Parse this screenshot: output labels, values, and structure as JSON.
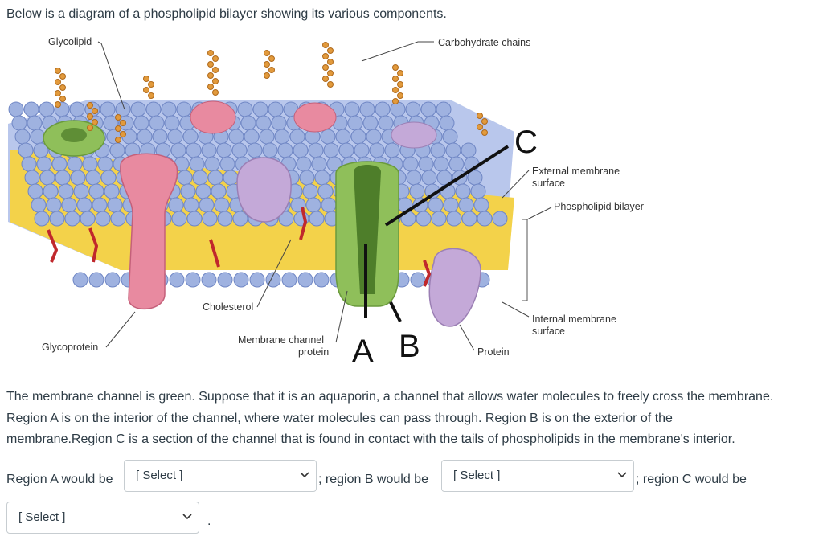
{
  "intro": "Below is a diagram of a phospholipid bilayer showing its various components.",
  "diagram": {
    "labels": {
      "glycolipid": "Glycolipid",
      "carbohydrate_chains": "Carbohydrate chains",
      "external_surface_line1": "External membrane",
      "external_surface_line2": "surface",
      "phospholipid_bilayer": "Phospholipid bilayer",
      "cholesterol": "Cholesterol",
      "internal_surface_line1": "Internal membrane",
      "internal_surface_line2": "surface",
      "glycoprotein": "Glycoprotein",
      "membrane_channel_line1": "Membrane channel",
      "membrane_channel_line2": "protein",
      "protein": "Protein",
      "region_a": "A",
      "region_b": "B",
      "region_c": "C"
    },
    "colors": {
      "head": "#9fb2e0",
      "tail": "#f0c419",
      "channel": "#8fbf5a",
      "glycoprotein": "#e88aa0",
      "protein": "#c4a9d8",
      "sugar": "#e29a3c",
      "cholesterol": "#c0282c"
    }
  },
  "paragraph": {
    "line1": "The membrane channel is green. Suppose that it is an aquaporin, a channel that allows water molecules to freely cross the membrane.",
    "line2": " Region A is on the interior of the channel, where water molecules can pass through.  Region B is on the exterior of the",
    "line3": "membrane.Region C is a section of the channel that is found in contact with the tails of phospholipids in the membrane's interior."
  },
  "answers": {
    "region_a_label": "Region A would be",
    "region_b_label": "; region B would be",
    "region_c_label": "; region C would be",
    "select_a": "[ Select ]",
    "select_b": "[ Select ]",
    "select_c": "[ Select ]",
    "end": "."
  }
}
